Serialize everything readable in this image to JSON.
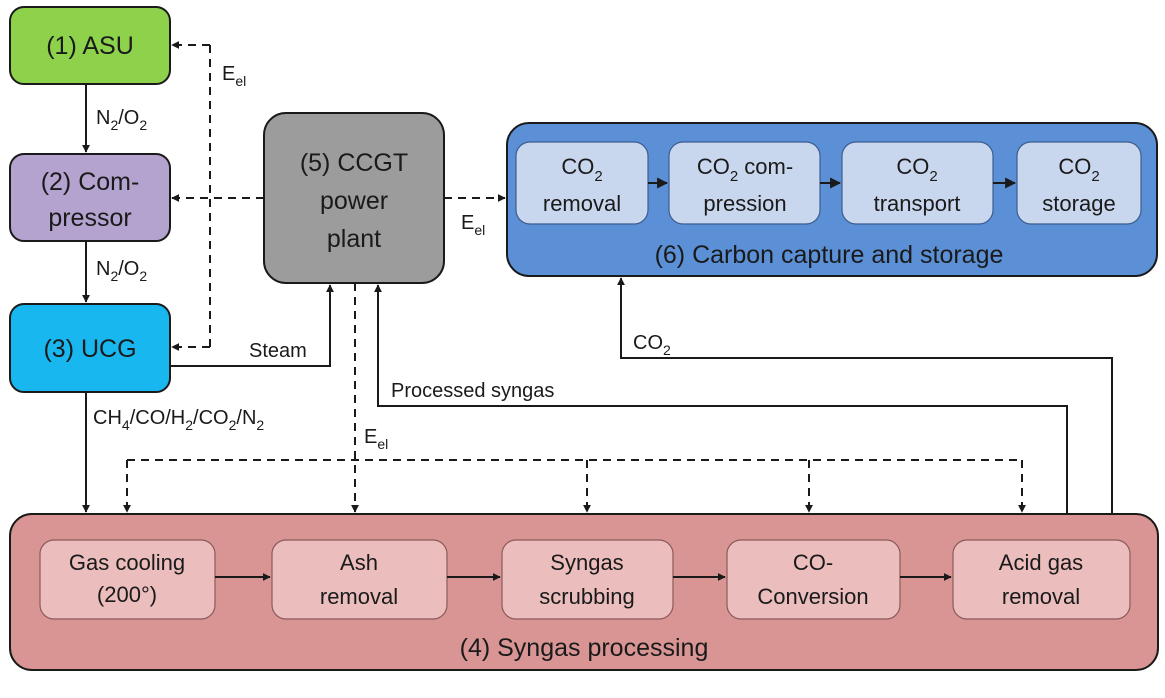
{
  "colors": {
    "asu": "#8ed14b",
    "compressor": "#b4a3cf",
    "ucg": "#19b7f0",
    "ccgt": "#9c9c9c",
    "ccs_container": "#5b8fd6",
    "ccs_inner": "#c9d7ee",
    "syngas_container": "#d99594",
    "syngas_inner": "#ebbdbd"
  },
  "units": {
    "asu": "(1) ASU",
    "compressor": [
      "(2) Com-",
      "pressor"
    ],
    "ucg": "(3) UCG",
    "ccgt": [
      "(5) CCGT",
      "power",
      "plant"
    ]
  },
  "ccs": {
    "title": "(6) Carbon capture and storage",
    "steps": [
      {
        "line1_main": "CO",
        "line1_sub": "2",
        "line1_tail": "",
        "line2": "removal"
      },
      {
        "line1_main": "CO",
        "line1_sub": "2",
        "line1_tail": " com-",
        "line2": "pression"
      },
      {
        "line1_main": "CO",
        "line1_sub": "2",
        "line1_tail": "",
        "line2": "transport"
      },
      {
        "line1_main": "CO",
        "line1_sub": "2",
        "line1_tail": "",
        "line2": "storage"
      }
    ]
  },
  "syngas": {
    "title": "(4) Syngas processing",
    "steps": [
      [
        "Gas cooling",
        "(200°)"
      ],
      [
        "Ash",
        "removal"
      ],
      [
        "Syngas",
        "scrubbing"
      ],
      [
        "CO-",
        "Conversion"
      ],
      [
        "Acid gas",
        "removal"
      ]
    ]
  },
  "flows": {
    "n2o2_1": {
      "a": "N",
      "a_sub": "2",
      "b": "/O",
      "b_sub": "2"
    },
    "n2o2_2": {
      "a": "N",
      "a_sub": "2",
      "b": "/O",
      "b_sub": "2"
    },
    "eel_main": "E",
    "eel_sub": "el",
    "steam": "Steam",
    "processed_syngas": "Processed syngas",
    "co2_main": "CO",
    "co2_sub": "2",
    "raw_gas": [
      {
        "t": "CH",
        "s": "4"
      },
      {
        "t": "/CO/H",
        "s": "2"
      },
      {
        "t": "/CO",
        "s": "2"
      },
      {
        "t": "/N",
        "s": "2"
      }
    ]
  }
}
